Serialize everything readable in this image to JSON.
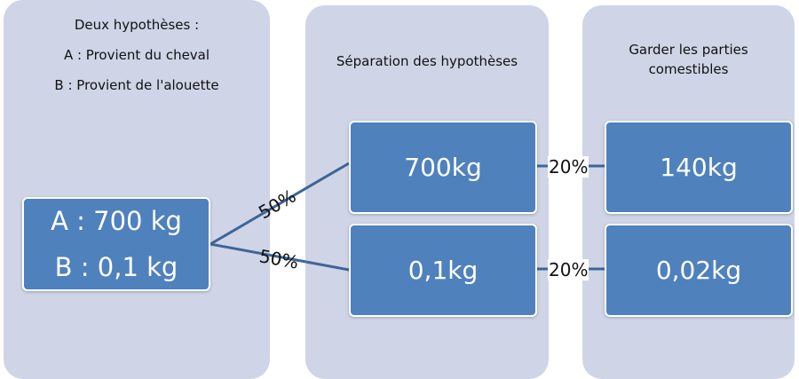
{
  "panels": {
    "hypotheses": {
      "title": "Deux hypothèses :",
      "line_a": "A : Provient du cheval",
      "line_b": "B : Provient de l'alouette"
    },
    "separation": {
      "title": "Séparation des  hypothèses"
    },
    "garder": {
      "title_line1": "Garder les parties",
      "title_line2": "comestibles"
    }
  },
  "boxes": {
    "start": {
      "line_a": "A : 700 kg",
      "line_b": "B : 0,1 kg"
    },
    "sep_top": "700kg",
    "sep_bottom": "0,1kg",
    "keep_top": "140kg",
    "keep_bottom": "0,02kg"
  },
  "labels": {
    "split_top": "50%",
    "split_bottom": "50%",
    "keep_top": "20%",
    "keep_bottom": "20%"
  },
  "colors": {
    "panel": "#cfd5e7",
    "box": "#4f81bd",
    "connector": "#3f6597"
  }
}
